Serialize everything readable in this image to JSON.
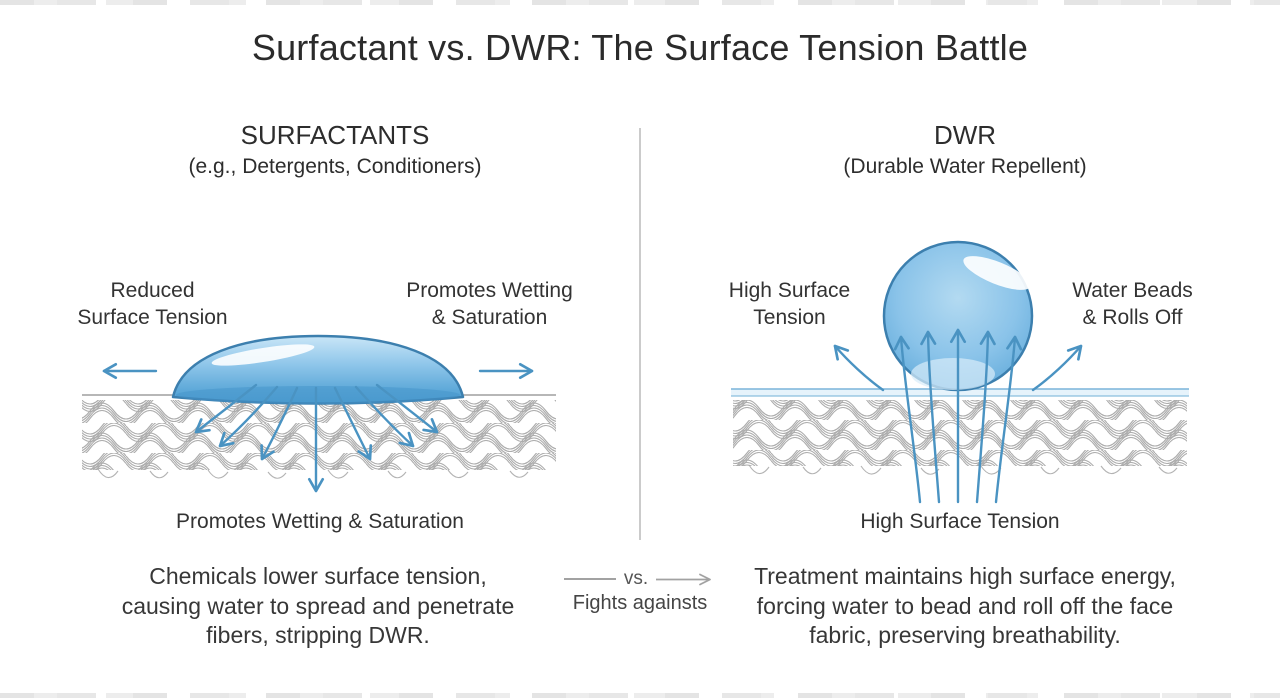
{
  "title": "Surfactant vs. DWR: The Surface Tension Battle",
  "left_panel": {
    "heading": "SURFACTANTS",
    "subheading": "(e.g., Detergents, Conditioners)",
    "label_top_left": "Reduced\nSurface Tension",
    "label_top_right": "Promotes Wetting\n& Saturation",
    "label_bottom": "Promotes Wetting & Saturation",
    "caption": "Chemicals lower surface tension,\ncausing water to spread and penetrate\nfibers, stripping DWR."
  },
  "right_panel": {
    "heading": "DWR",
    "subheading": "(Durable Water Repellent)",
    "label_top_left": "High Surface\nTension",
    "label_top_right": "Water Beads\n& Rolls Off",
    "label_bottom": "High Surface Tension",
    "caption": "Treatment maintains high surface energy,\nforcing water to bead and roll off the face\nfabric, preserving breathability."
  },
  "center": {
    "vs_label": "vs.",
    "fights_label": "Fights againsts"
  },
  "colors": {
    "arrow_blue": "#4a93c2",
    "droplet_outline": "#3c7fae",
    "droplet_light": "#c9e6f7",
    "droplet_mid": "#8fc6ea",
    "droplet_deep": "#539fd3",
    "fabric_gray": "#aaaaaa",
    "divider_gray": "#cbcbcb",
    "text_dark": "#2e2e2e",
    "text_muted": "#565656"
  }
}
